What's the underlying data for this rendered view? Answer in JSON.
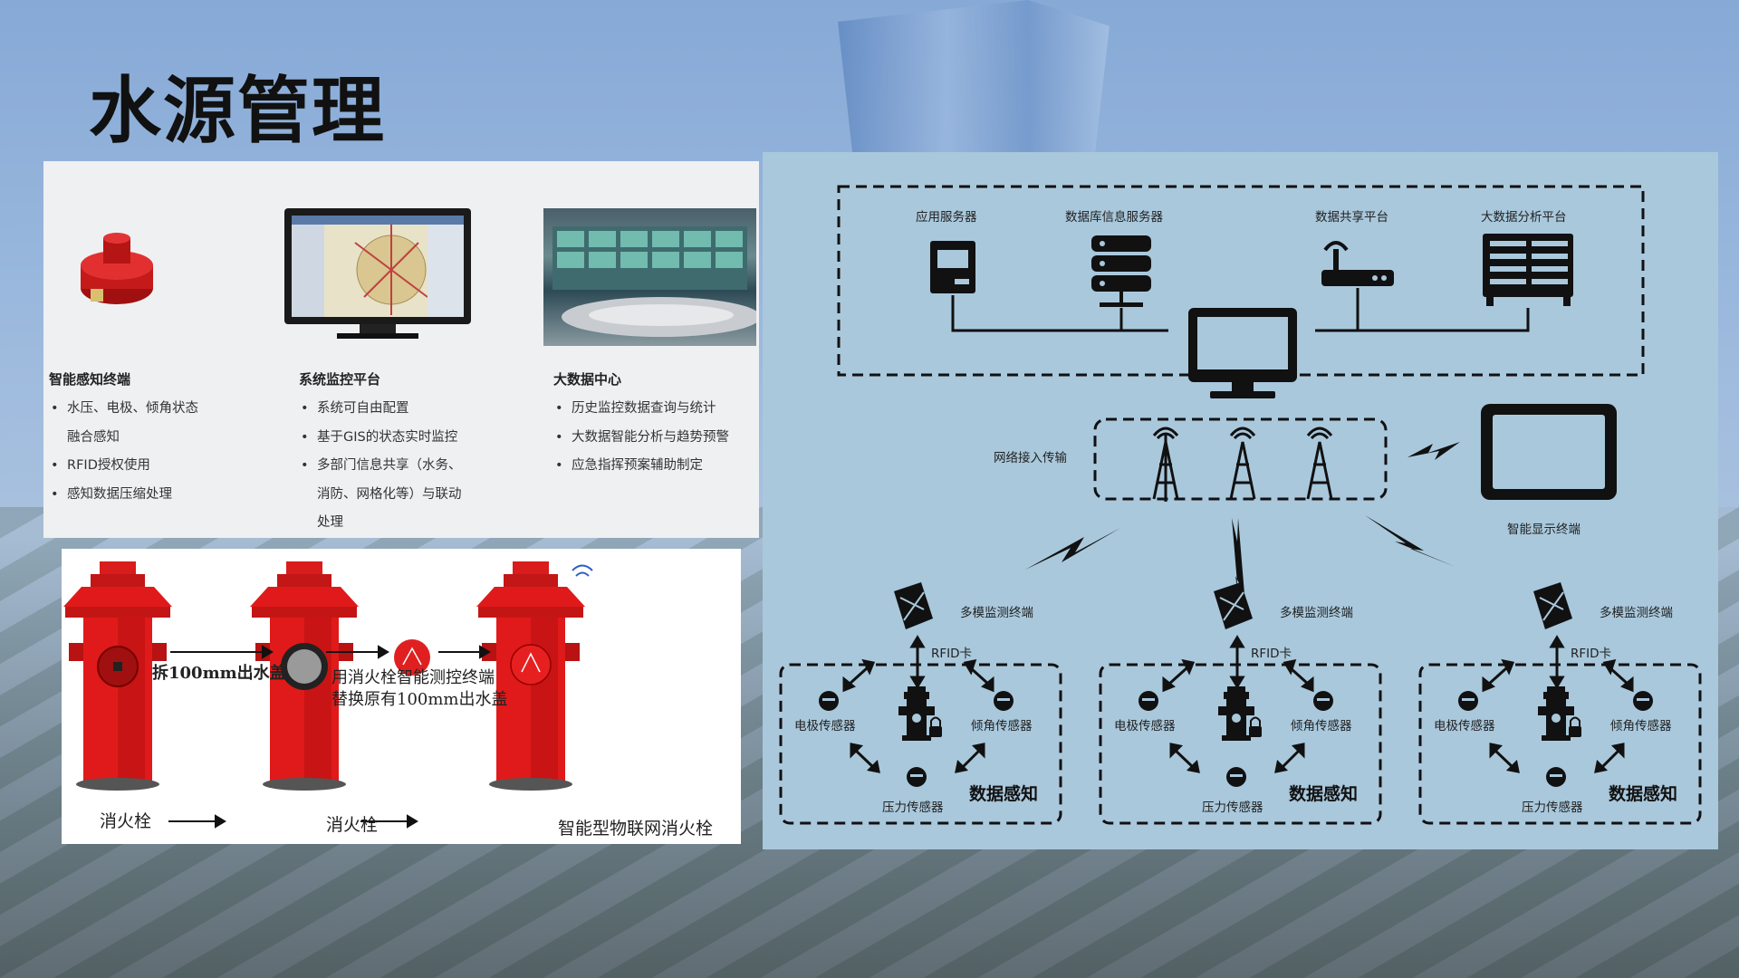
{
  "title": "水源管理",
  "panel1": {
    "columns": [
      {
        "title": "智能感知终端",
        "items": [
          {
            "text": "水压、电极、倾角状态",
            "bullet": true
          },
          {
            "text": "融合感知",
            "bullet": false
          },
          {
            "text": "RFID授权使用",
            "bullet": true
          },
          {
            "text": "感知数据压缩处理",
            "bullet": true
          }
        ]
      },
      {
        "title": "系统监控平台",
        "items": [
          {
            "text": "系统可自由配置",
            "bullet": true
          },
          {
            "text": "基于GIS的状态实时监控",
            "bullet": true
          },
          {
            "text": "多部门信息共享（水务、",
            "bullet": true
          },
          {
            "text": "消防、网格化等）与联动",
            "bullet": false
          },
          {
            "text": "处理",
            "bullet": false
          }
        ]
      },
      {
        "title": "大数据中心",
        "items": [
          {
            "text": "历史监控数据查询与统计",
            "bullet": true
          },
          {
            "text": "大数据智能分析与趋势预警",
            "bullet": true
          },
          {
            "text": "应急指挥预案辅助制定",
            "bullet": true
          }
        ]
      }
    ]
  },
  "panel2": {
    "step1": "拆100mm出水盖",
    "step2_line1": "用消火栓智能测控终端",
    "step2_line2": "替换原有100mm出水盖",
    "label1": "消火栓",
    "label2": "消火栓",
    "label3": "智能型物联网消火栓"
  },
  "panel3": {
    "servers": [
      "应用服务器",
      "数据库信息服务器",
      "数据共享平台",
      "大数据分析平台"
    ],
    "network_label": "网络接入传输",
    "display_label": "智能显示终端",
    "groups": [
      {
        "terminal": "多模监测终端",
        "rfid": "RFID卡",
        "electrode": "电极传感器",
        "tilt": "倾角传感器",
        "pressure": "压力传感器",
        "sensing": "数据感知"
      },
      {
        "terminal": "多模监测终端",
        "rfid": "RFID卡",
        "electrode": "电极传感器",
        "tilt": "倾角传感器",
        "pressure": "压力传感器",
        "sensing": "数据感知"
      },
      {
        "terminal": "多模监测终端",
        "rfid": "RFID卡",
        "electrode": "电极传感器",
        "tilt": "倾角传感器",
        "pressure": "压力传感器",
        "sensing": "数据感知"
      }
    ]
  },
  "colors": {
    "hydrant_red": "#e01a1a",
    "panel_blue": "#a9c8dc",
    "icon_dark": "#111111"
  }
}
